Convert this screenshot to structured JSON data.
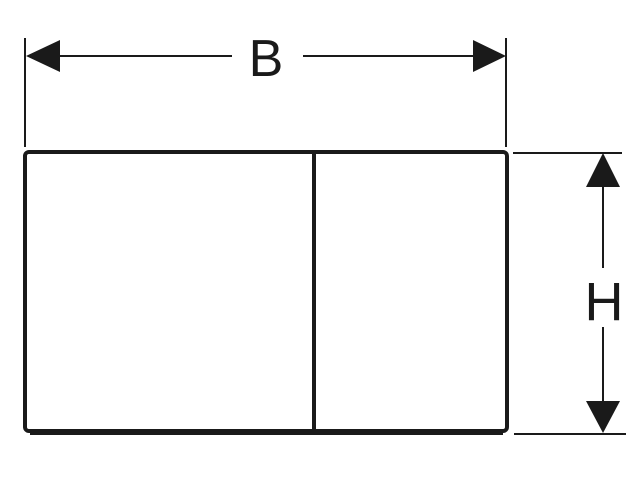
{
  "diagram": {
    "type": "dimension-drawing",
    "subject": "flush plate (two-panel)",
    "colors": {
      "line": "#1a1a1a",
      "background": "#ffffff"
    },
    "dimensions": {
      "width": {
        "label": "B"
      },
      "height": {
        "label": "H"
      }
    },
    "panels": [
      {
        "name": "left-panel"
      },
      {
        "name": "right-panel"
      }
    ]
  }
}
